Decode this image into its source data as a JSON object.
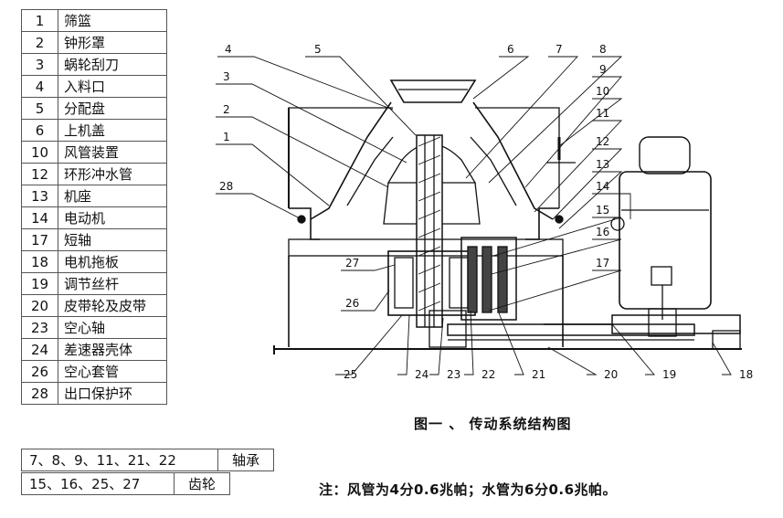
{
  "legend": [
    {
      "num": "1",
      "name": "筛篮"
    },
    {
      "num": "2",
      "name": "钟形罩"
    },
    {
      "num": "3",
      "name": "蜗轮刮刀"
    },
    {
      "num": "4",
      "name": "入料口"
    },
    {
      "num": "5",
      "name": "分配盘"
    },
    {
      "num": "6",
      "name": "上机盖"
    },
    {
      "num": "10",
      "name": "风管装置"
    },
    {
      "num": "12",
      "name": "环形冲水管"
    },
    {
      "num": "13",
      "name": "机座"
    },
    {
      "num": "14",
      "name": "电动机"
    },
    {
      "num": "17",
      "name": "短轴"
    },
    {
      "num": "18",
      "name": "电机拖板"
    },
    {
      "num": "19",
      "name": "调节丝杆"
    },
    {
      "num": "20",
      "name": "皮带轮及皮带"
    },
    {
      "num": "23",
      "name": "空心轴"
    },
    {
      "num": "24",
      "name": "差速器壳体"
    },
    {
      "num": "26",
      "name": "空心套管"
    },
    {
      "num": "28",
      "name": "出口保护环"
    }
  ],
  "bearings": {
    "nums": "7、8、9、11、21、22",
    "name": "轴承"
  },
  "gears": {
    "nums": "15、16、25、27",
    "name": "齿轮"
  },
  "figure_title": "图一 、 传动系统结构图",
  "note": "注：风管为4分0.6兆帕；水管为6分0.6兆帕。",
  "callouts": {
    "top": [
      "4",
      "5",
      "6",
      "7",
      "8",
      "9",
      "10",
      "11",
      "12",
      "13"
    ],
    "left": [
      "3",
      "2",
      "1",
      "28"
    ],
    "right": [
      "14",
      "15",
      "16",
      "17"
    ],
    "inner": [
      "27",
      "26"
    ],
    "bottom": [
      "25",
      "24",
      "23",
      "22",
      "21",
      "20",
      "19",
      "18"
    ]
  }
}
